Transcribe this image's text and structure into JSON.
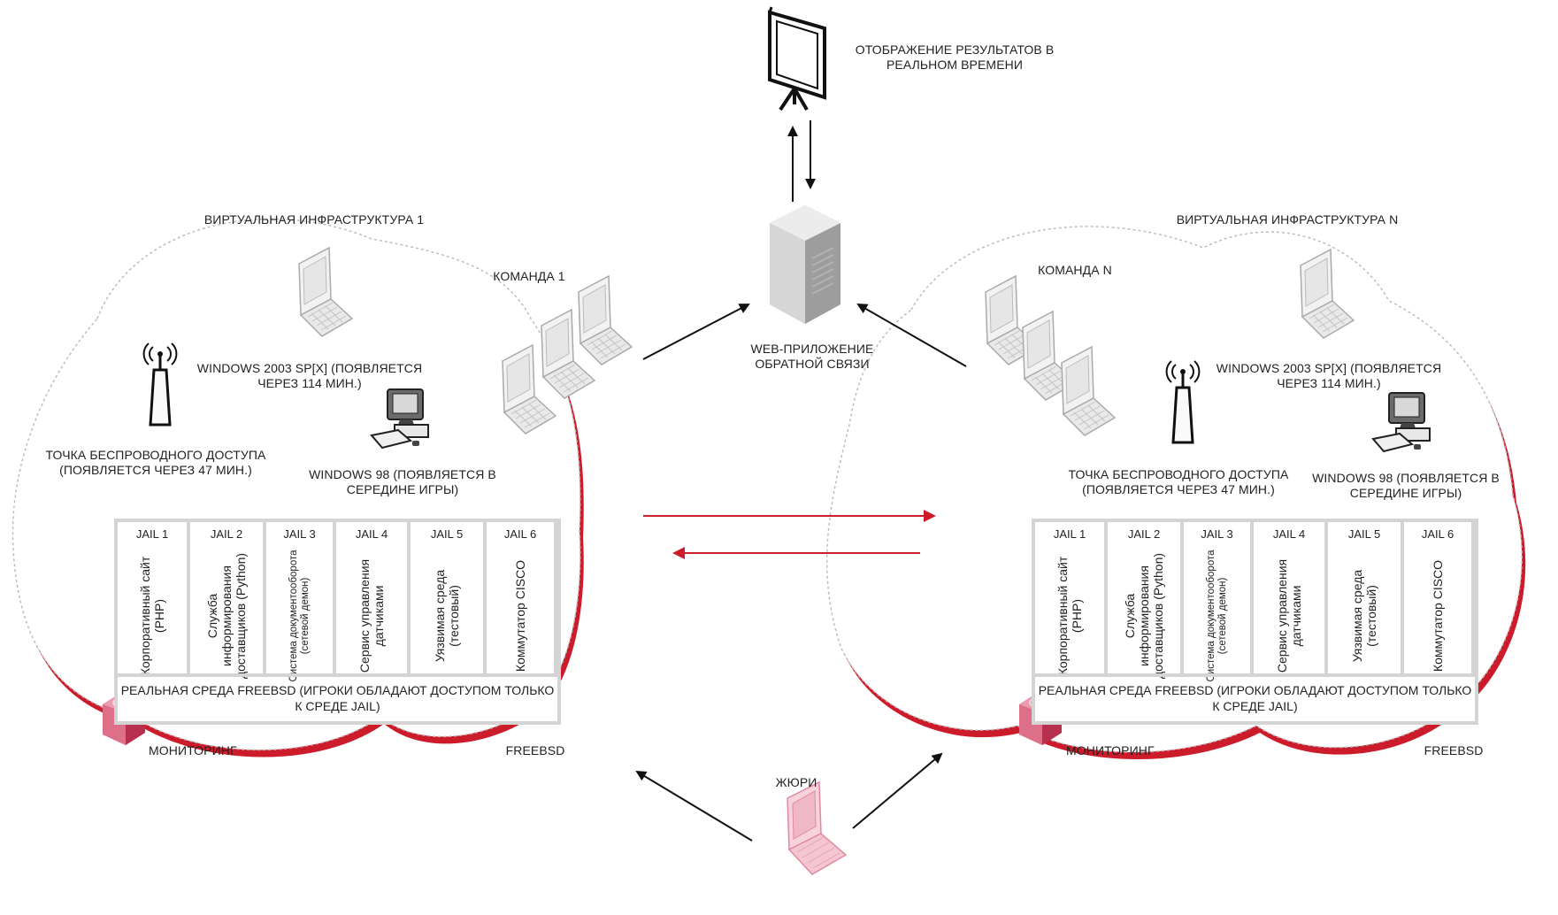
{
  "display": {
    "label": "ОТОБРАЖЕНИЕ РЕЗУЛЬТАТОВ В РЕАЛЬНОМ ВРЕМЕНИ",
    "icon": "projector-screen-icon"
  },
  "web_app": {
    "label": "WEB-ПРИЛОЖЕНИЕ ОБРАТНОЙ СВЯЗИ",
    "icon": "server-icon"
  },
  "jury": {
    "label": "ЖЮРИ",
    "icon": "laptop-icon"
  },
  "colors": {
    "accent": "#cc1b2a",
    "arrow": "#111111",
    "cloud_shadow": "#c0101e",
    "jail_border": "#d4d4d4",
    "monitor": "#d9607a"
  },
  "infra_left": {
    "title": "ВИРТУАЛЬНАЯ ИНФРАСТРУКТУРА 1",
    "team": "КОМАНДА 1",
    "win2003": "WINDOWS 2003 SP[X] (ПОЯВЛЯЕТСЯ ЧЕРЕЗ 114 МИН.)",
    "access_point": "ТОЧКА БЕСПРОВОДНОГО ДОСТУПА (ПОЯВЛЯЕТСЯ ЧЕРЕЗ 47 МИН.)",
    "win98": "WINDOWS 98 (ПОЯВЛЯЕТСЯ В СЕРЕДИНЕ ИГРЫ)",
    "jails": [
      {
        "title": "JAIL 1",
        "text": "Корпоративный сайт (PHP)"
      },
      {
        "title": "JAIL 2",
        "text": "Служба информирования доставщиков (Python)"
      },
      {
        "title": "JAIL 3",
        "text": "Система документооборота (сетевой демон)"
      },
      {
        "title": "JAIL 4",
        "text": "Сервис управления датчиками"
      },
      {
        "title": "JAIL 5",
        "text": "Уязвимая среда (тестовый)"
      },
      {
        "title": "JAIL 6",
        "text": "Коммутатор CISCO"
      }
    ],
    "real_env": "РЕАЛЬНАЯ СРЕДА FREEBSD (ИГРОКИ ОБЛАДАЮТ ДОСТУПОМ ТОЛЬКО К СРЕДЕ JAIL)",
    "monitoring": "МОНИТОРИНГ",
    "freebsd": "FREEBSD"
  },
  "infra_right": {
    "title": "ВИРТУАЛЬНАЯ ИНФРАСТРУКТУРА N",
    "team": "КОМАНДА N",
    "win2003": "WINDOWS 2003 SP[X] (ПОЯВЛЯЕТСЯ ЧЕРЕЗ 114 МИН.)",
    "access_point": "ТОЧКА БЕСПРОВОДНОГО ДОСТУПА (ПОЯВЛЯЕТСЯ ЧЕРЕЗ 47 МИН.)",
    "win98": "WINDOWS 98 (ПОЯВЛЯЕТСЯ В СЕРЕДИНЕ ИГРЫ)",
    "jails": [
      {
        "title": "JAIL 1",
        "text": "Корпоративный сайт (PHP)"
      },
      {
        "title": "JAIL 2",
        "text": "Служба информирования доставщиков (Python)"
      },
      {
        "title": "JAIL 3",
        "text": "Система документооборота (сетевой демон)"
      },
      {
        "title": "JAIL 4",
        "text": "Сервис управления датчиками"
      },
      {
        "title": "JAIL 5",
        "text": "Уязвимая среда (тестовый)"
      },
      {
        "title": "JAIL 6",
        "text": "Коммутатор CISCO"
      }
    ],
    "real_env": "РЕАЛЬНАЯ СРЕДА FREEBSD (ИГРОКИ ОБЛАДАЮТ ДОСТУПОМ ТОЛЬКО К СРЕДЕ JAIL)",
    "monitoring": "МОНИТОРИНГ",
    "freebsd": "FREEBSD"
  }
}
